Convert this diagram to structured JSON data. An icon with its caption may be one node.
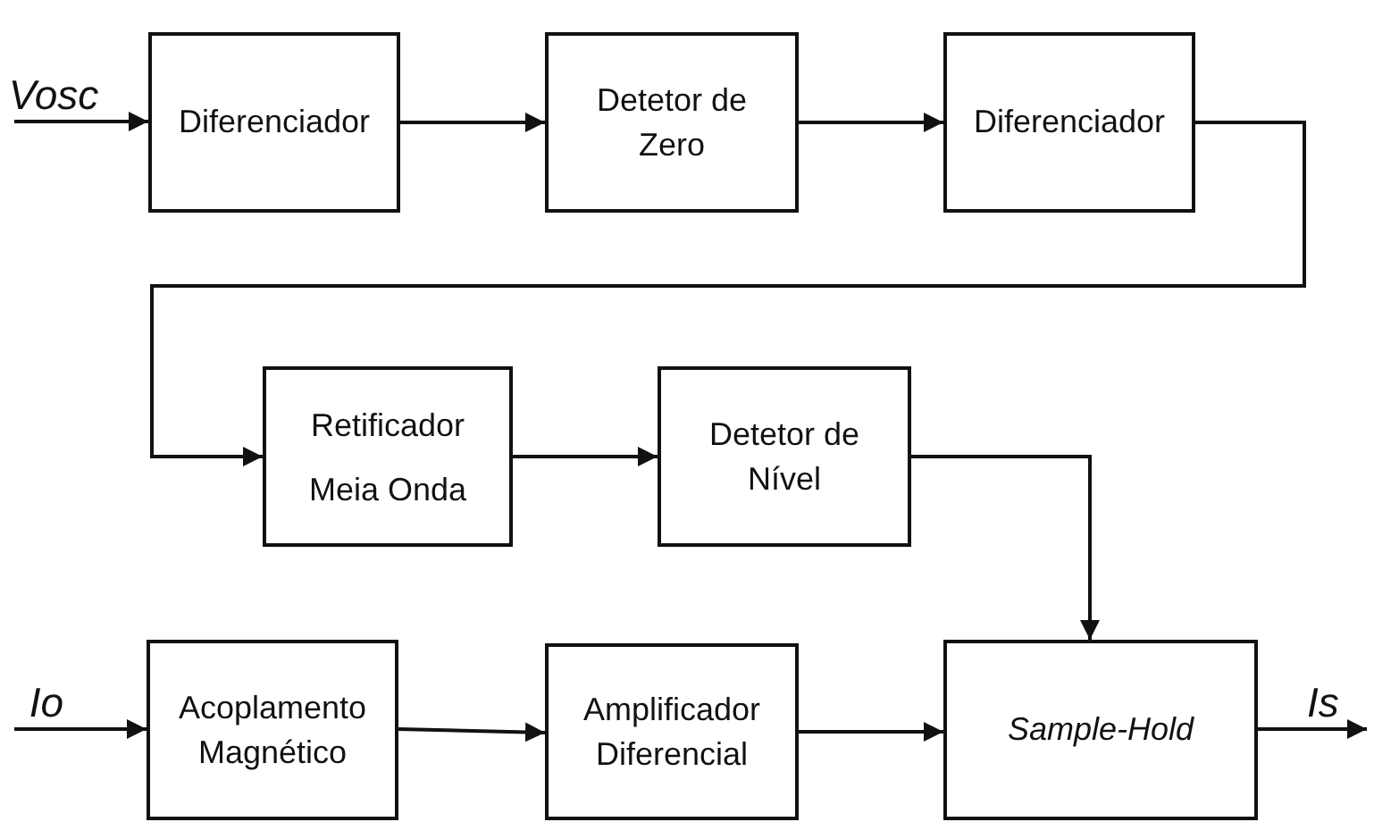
{
  "diagram": {
    "nodes": [
      {
        "text": [
          "Vosc"
        ]
      },
      {
        "text": [
          "Diferenciador"
        ]
      },
      {
        "text": [
          "Detetor de Zero"
        ]
      },
      {
        "text": [
          "Diferenciador"
        ]
      },
      {
        "text": [
          "Retificador Meia Onda"
        ]
      },
      {
        "text": [
          "Detetor de Nível"
        ]
      },
      {
        "text": [
          "Io"
        ]
      },
      {
        "text": [
          "Acoplamento Magnético"
        ]
      },
      {
        "text": [
          "Amplificador Diferencial"
        ]
      },
      {
        "text": [
          "Sample-Hold"
        ]
      },
      {
        "text": [
          "Is"
        ]
      }
    ],
    "edges": [
      {
        "from": 0,
        "to": 1,
        "arrow": "to"
      },
      {
        "from": 1,
        "to": 2,
        "arrow": "to"
      },
      {
        "from": 2,
        "to": 3,
        "arrow": "to"
      },
      {
        "from": 3,
        "to": 4,
        "arrow": "to"
      },
      {
        "from": 4,
        "to": 5,
        "arrow": "to"
      },
      {
        "from": 5,
        "to": 9,
        "arrow": "to"
      },
      {
        "from": 6,
        "to": 7,
        "arrow": "to"
      },
      {
        "from": 7,
        "to": 8,
        "arrow": "to"
      },
      {
        "from": 8,
        "to": 9,
        "arrow": "to"
      },
      {
        "from": 9,
        "to": 10,
        "arrow": "to"
      }
    ]
  }
}
